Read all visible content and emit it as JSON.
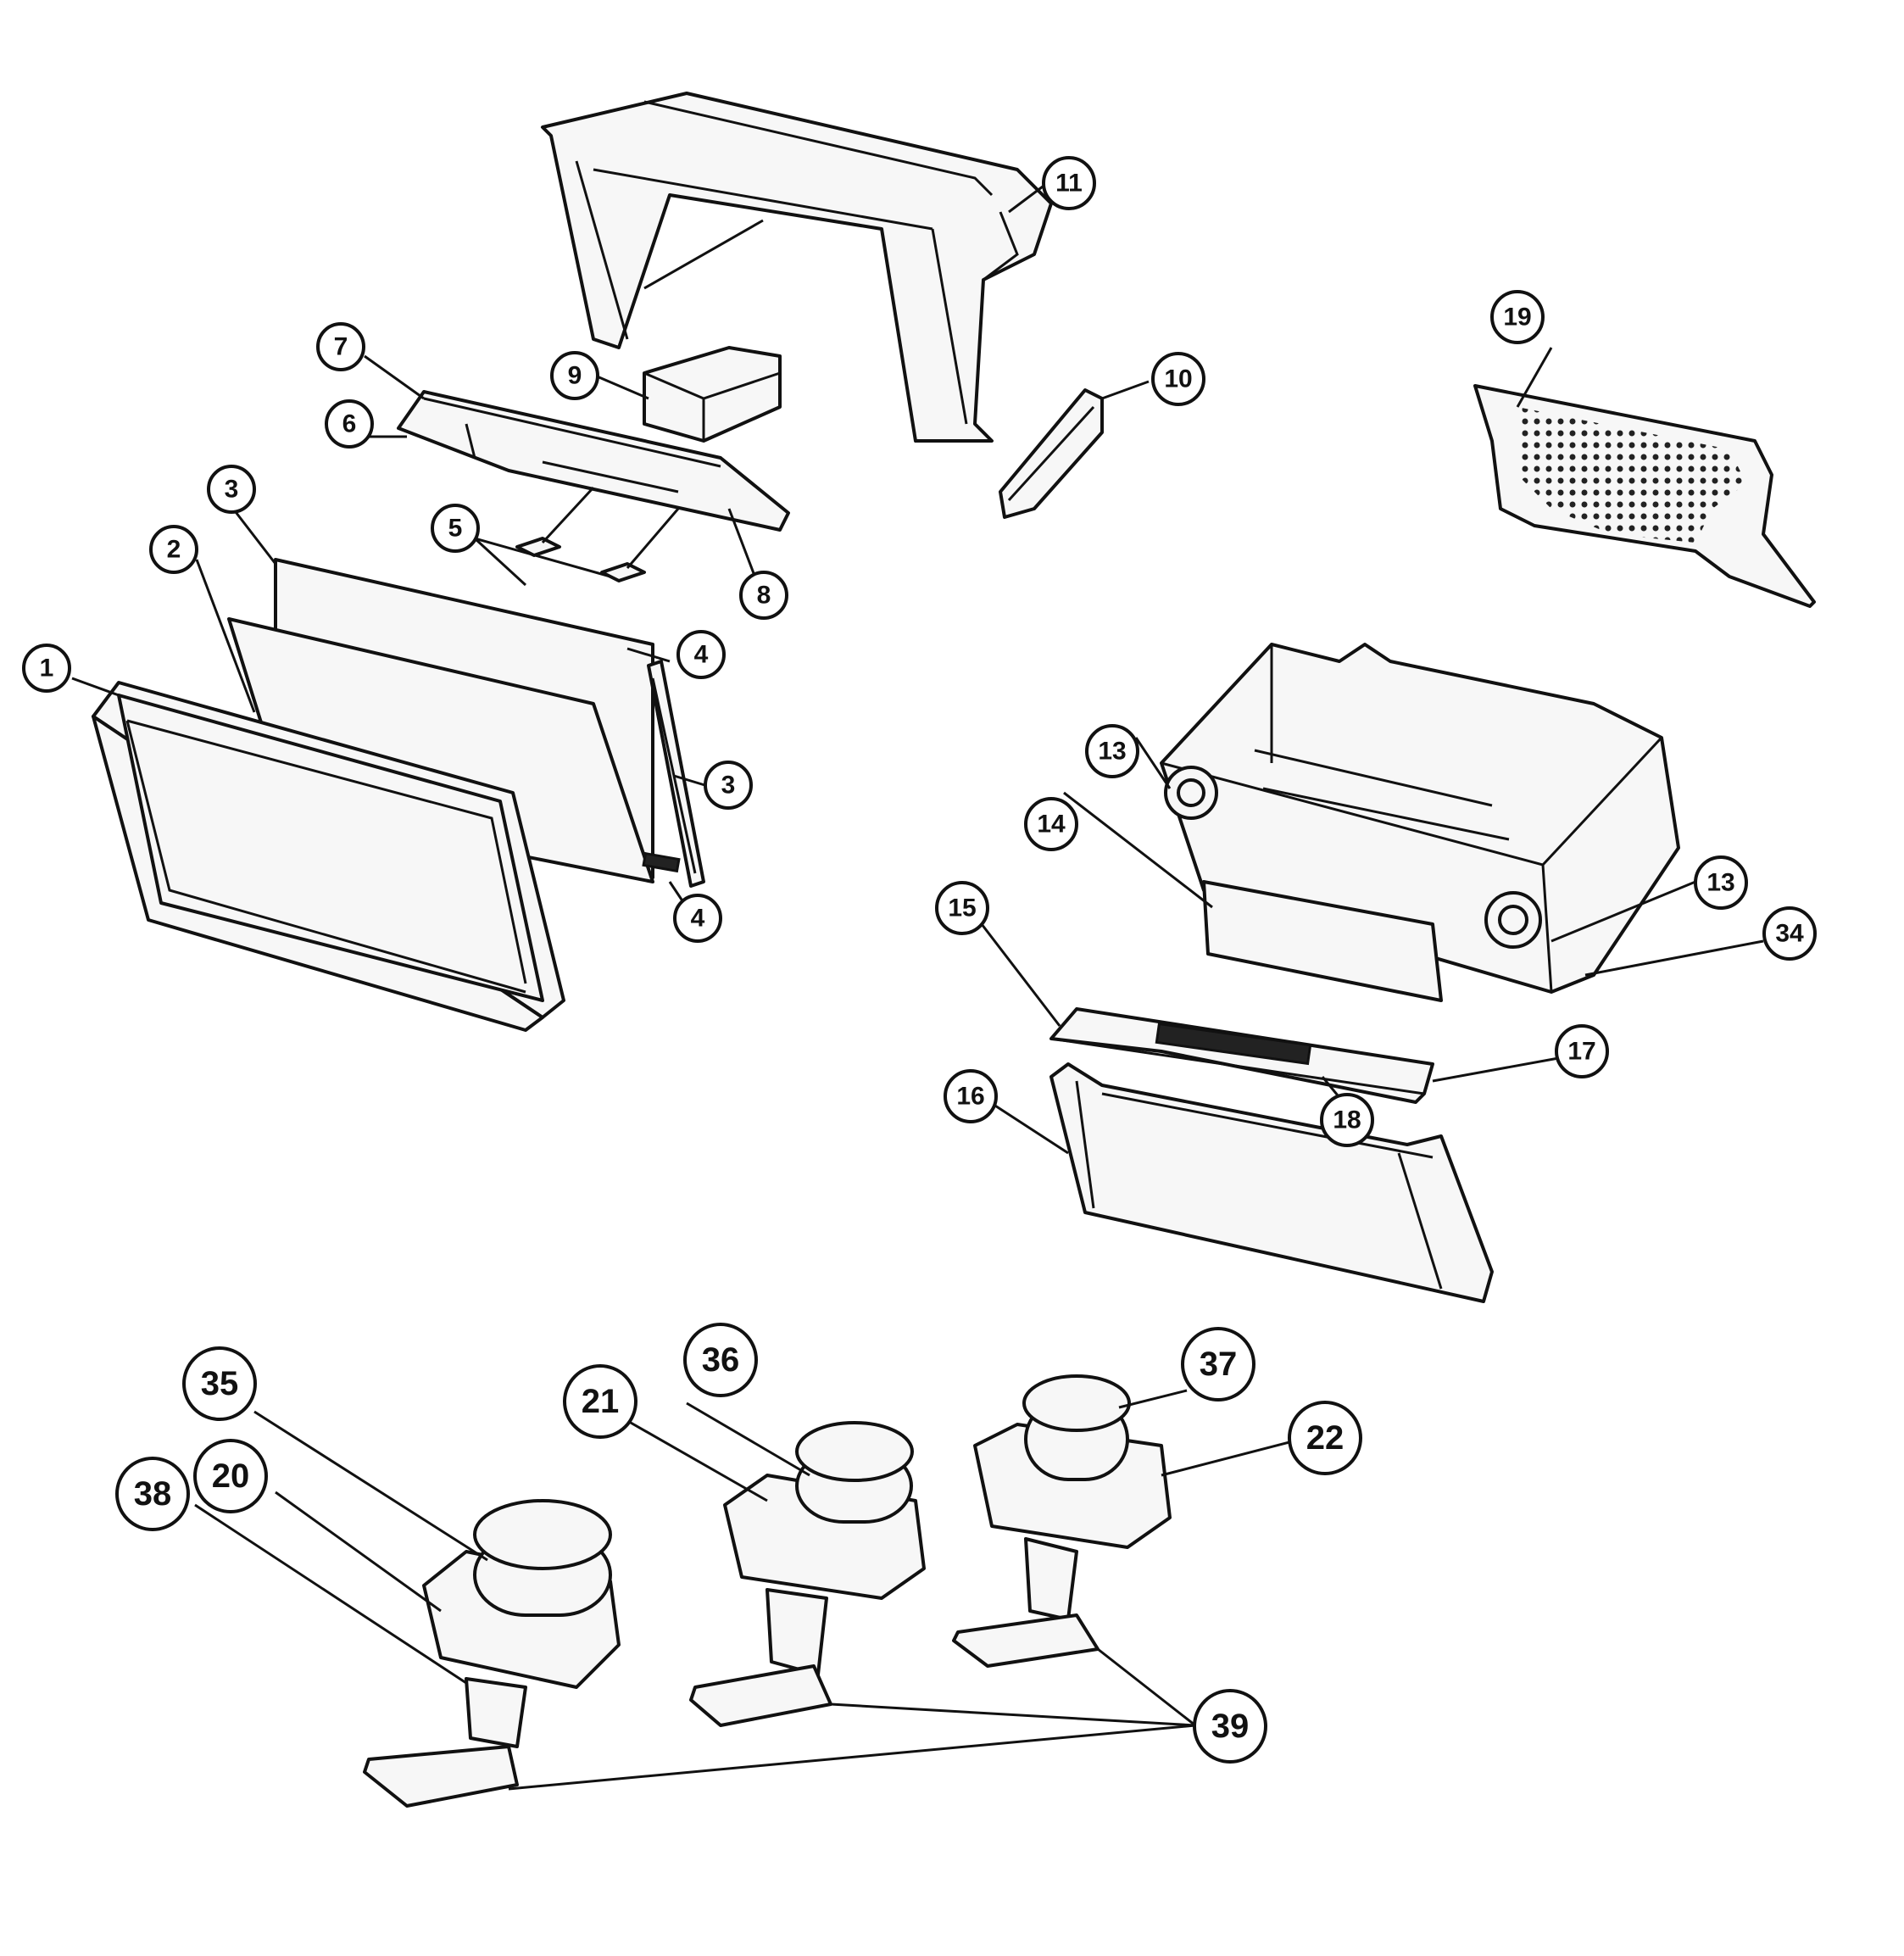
{
  "callouts": [
    {
      "id": "c1",
      "label": "1"
    },
    {
      "id": "c2",
      "label": "2"
    },
    {
      "id": "c3a",
      "label": "3"
    },
    {
      "id": "c3b",
      "label": "3"
    },
    {
      "id": "c4a",
      "label": "4"
    },
    {
      "id": "c4b",
      "label": "4"
    },
    {
      "id": "c5",
      "label": "5"
    },
    {
      "id": "c6",
      "label": "6"
    },
    {
      "id": "c7",
      "label": "7"
    },
    {
      "id": "c8",
      "label": "8"
    },
    {
      "id": "c9",
      "label": "9"
    },
    {
      "id": "c10",
      "label": "10"
    },
    {
      "id": "c11",
      "label": "11"
    },
    {
      "id": "c13a",
      "label": "13"
    },
    {
      "id": "c13b",
      "label": "13"
    },
    {
      "id": "c14",
      "label": "14"
    },
    {
      "id": "c15",
      "label": "15"
    },
    {
      "id": "c16",
      "label": "16"
    },
    {
      "id": "c17",
      "label": "17"
    },
    {
      "id": "c18",
      "label": "18"
    },
    {
      "id": "c19",
      "label": "19"
    },
    {
      "id": "c34",
      "label": "34"
    },
    {
      "id": "c35",
      "label": "35"
    },
    {
      "id": "c36",
      "label": "36"
    },
    {
      "id": "c37",
      "label": "37"
    },
    {
      "id": "c38",
      "label": "38"
    },
    {
      "id": "c20",
      "label": "20"
    },
    {
      "id": "c21",
      "label": "21"
    },
    {
      "id": "c22",
      "label": "22"
    },
    {
      "id": "c39",
      "label": "39"
    }
  ]
}
